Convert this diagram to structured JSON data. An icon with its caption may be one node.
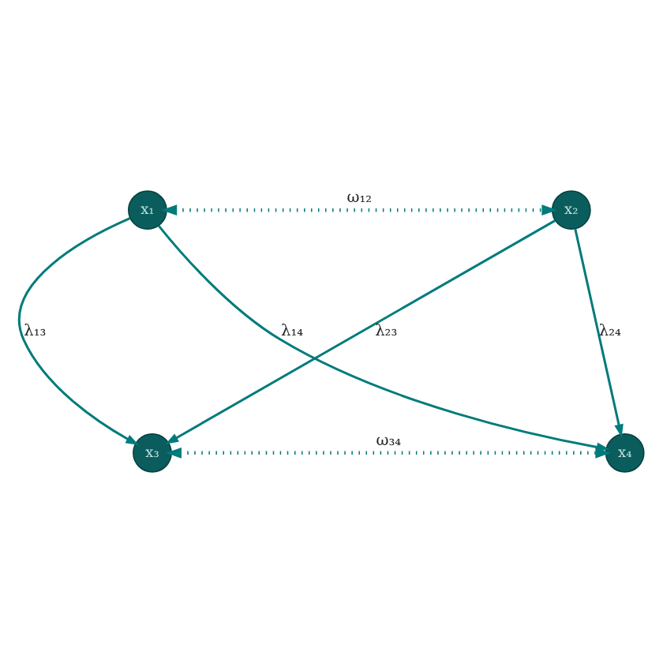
{
  "diagram": {
    "nodes": [
      {
        "text": [
          "x₁"
        ]
      },
      {
        "text": [
          "x₂"
        ]
      },
      {
        "text": [
          "x₃"
        ]
      },
      {
        "text": [
          "x₄"
        ]
      }
    ],
    "edges": [
      {
        "from": 0,
        "to": 1,
        "arrow": "both",
        "label": "ω₁₂",
        "style": "dashed"
      },
      {
        "from": 0,
        "to": 2,
        "arrow": "to",
        "label": "λ₁₃"
      },
      {
        "from": 0,
        "to": 3,
        "arrow": "to",
        "label": "λ₁₄"
      },
      {
        "from": 1,
        "to": 2,
        "arrow": "to",
        "label": "λ₂₃"
      },
      {
        "from": 1,
        "to": 3,
        "arrow": "to",
        "label": "λ₂₄"
      },
      {
        "from": 2,
        "to": 3,
        "arrow": "both",
        "label": "ω₃₄",
        "style": "dashed"
      }
    ]
  }
}
